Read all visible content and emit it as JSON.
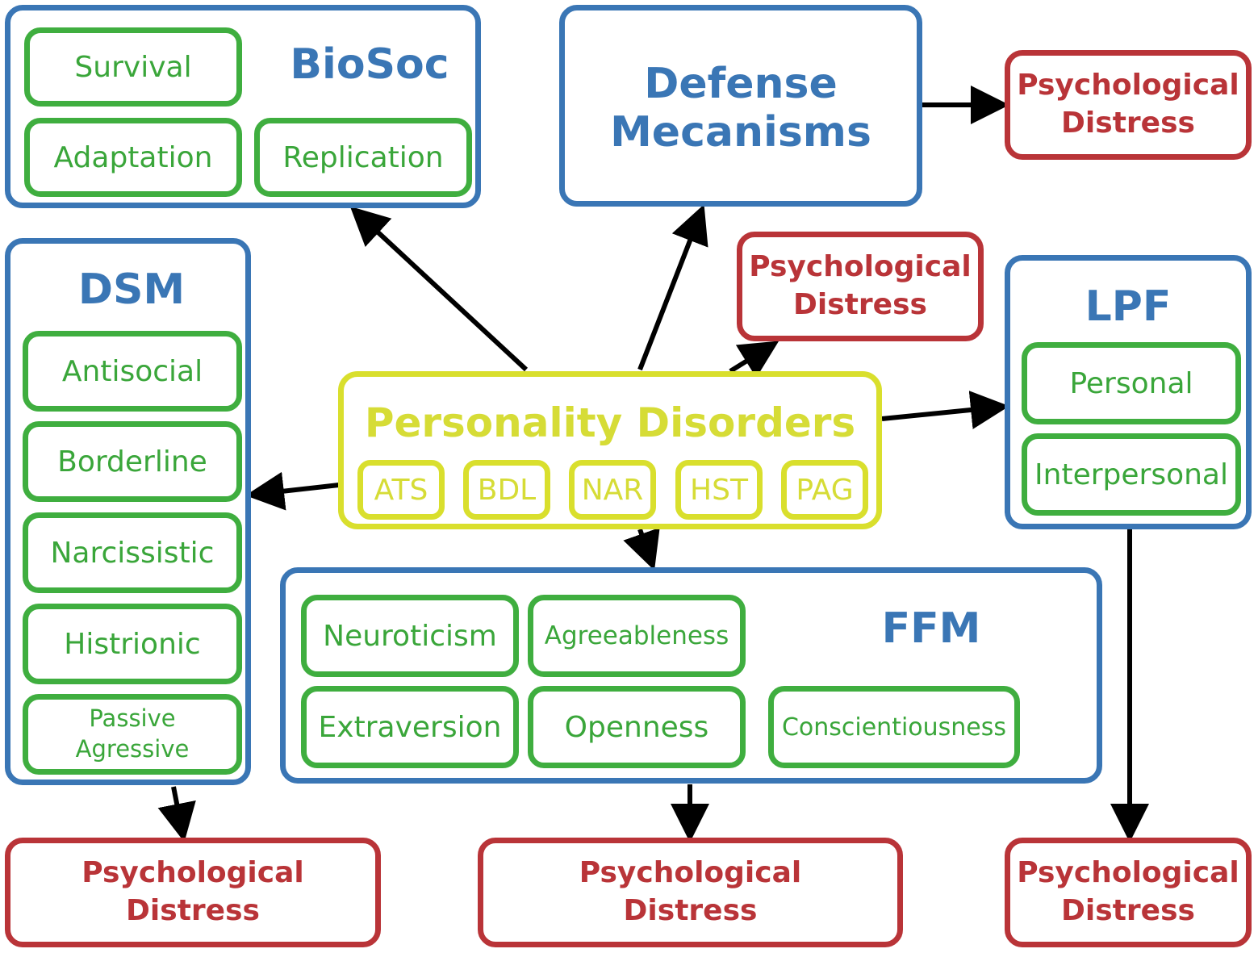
{
  "biosoc": {
    "title": "BioSoc",
    "items": [
      "Survival",
      "Adaptation",
      "Replication"
    ]
  },
  "defense": {
    "title": "Defense\nMecanisms"
  },
  "dsm": {
    "title": "DSM",
    "items": [
      "Antisocial",
      "Borderline",
      "Narcissistic",
      "Histrionic",
      "Passive\nAgressive"
    ]
  },
  "lpf": {
    "title": "LPF",
    "items": [
      "Personal",
      "Interpersonal"
    ]
  },
  "ffm": {
    "title": "FFM",
    "items": [
      "Neuroticism",
      "Agreeableness",
      "Extraversion",
      "Openness",
      "Conscientiousness"
    ]
  },
  "pd": {
    "title": "Personality Disorders",
    "codes": [
      "ATS",
      "BDL",
      "NAR",
      "HST",
      "PAG"
    ]
  },
  "distress": {
    "label": "Psychological\nDistress"
  },
  "colors": {
    "blue": "#3a76b5",
    "red": "#b93438",
    "green": "#3fae3f",
    "yellow": "#d9df2d"
  }
}
